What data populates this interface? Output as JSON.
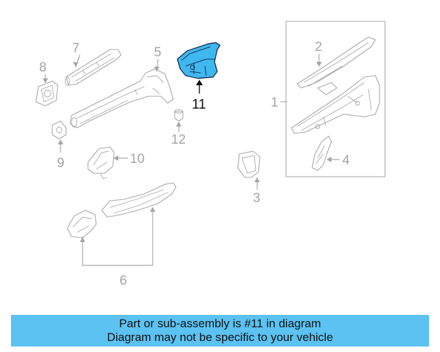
{
  "callouts": {
    "c1": "1",
    "c2": "2",
    "c3": "3",
    "c4": "4",
    "c5": "5",
    "c6": "6",
    "c7": "7",
    "c8": "8",
    "c9": "9",
    "c10": "10",
    "c11": "11",
    "c12": "12"
  },
  "highlighted_part": "11",
  "colors": {
    "highlight_fill": "#3fb8f0",
    "banner_background": "#5bc2f2",
    "line_art": "#a6a6a6"
  },
  "banner": {
    "line1": "Part or sub-assembly is #11 in diagram",
    "line2": "Diagram may not be specific to your vehicle"
  }
}
